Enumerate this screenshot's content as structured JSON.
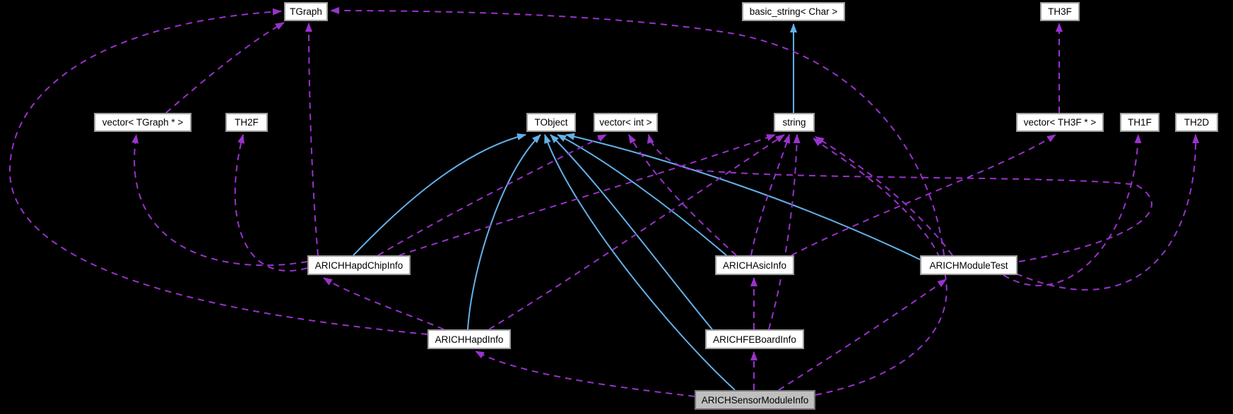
{
  "diagram": {
    "type": "collaboration-graph",
    "highlighted_node": "ARICHSensorModuleInfo",
    "colors": {
      "background": "#000000",
      "usage_edge": "#9a32cd",
      "inheritance_edge": "#63b1ea",
      "node_bg": "#ffffff",
      "node_border": "#9e9e9e",
      "highlight_bg": "#bfbfbf",
      "highlight_border": "#747474",
      "text": "#000000"
    },
    "nodes": [
      {
        "id": "tgraph",
        "label": "TGraph",
        "highlight": false
      },
      {
        "id": "basic_string",
        "label": "basic_string< Char >",
        "highlight": false
      },
      {
        "id": "th3f",
        "label": "TH3F",
        "highlight": false
      },
      {
        "id": "vector_tgraph",
        "label": "vector< TGraph * >",
        "highlight": false
      },
      {
        "id": "th2f",
        "label": "TH2F",
        "highlight": false
      },
      {
        "id": "tobject",
        "label": "TObject",
        "highlight": false
      },
      {
        "id": "vector_int",
        "label": "vector< int >",
        "highlight": false
      },
      {
        "id": "string",
        "label": "string",
        "highlight": false
      },
      {
        "id": "vector_th3f",
        "label": "vector< TH3F * >",
        "highlight": false
      },
      {
        "id": "th1f",
        "label": "TH1F",
        "highlight": false
      },
      {
        "id": "th2d",
        "label": "TH2D",
        "highlight": false
      },
      {
        "id": "hapd_chip",
        "label": "ARICHHapdChipInfo",
        "highlight": false
      },
      {
        "id": "asic",
        "label": "ARICHAsicInfo",
        "highlight": false
      },
      {
        "id": "module_test",
        "label": "ARICHModuleTest",
        "highlight": false
      },
      {
        "id": "hapd",
        "label": "ARICHHapdInfo",
        "highlight": false
      },
      {
        "id": "feboard",
        "label": "ARICHFEBoardInfo",
        "highlight": false
      },
      {
        "id": "sensor",
        "label": "ARICHSensorModuleInfo",
        "highlight": true
      }
    ],
    "edges": [
      {
        "from": "string",
        "to": "basic_string",
        "relation": "inherits"
      },
      {
        "from": "hapd_chip",
        "to": "tobject",
        "relation": "inherits"
      },
      {
        "from": "hapd",
        "to": "tobject",
        "relation": "inherits"
      },
      {
        "from": "asic",
        "to": "tobject",
        "relation": "inherits"
      },
      {
        "from": "feboard",
        "to": "tobject",
        "relation": "inherits"
      },
      {
        "from": "module_test",
        "to": "tobject",
        "relation": "inherits"
      },
      {
        "from": "sensor",
        "to": "tobject",
        "relation": "inherits"
      },
      {
        "from": "vector_tgraph",
        "to": "tgraph",
        "relation": "uses"
      },
      {
        "from": "vector_th3f",
        "to": "th3f",
        "relation": "uses"
      },
      {
        "from": "hapd_chip",
        "to": "tgraph",
        "relation": "uses"
      },
      {
        "from": "hapd_chip",
        "to": "vector_tgraph",
        "relation": "uses"
      },
      {
        "from": "hapd_chip",
        "to": "th2f",
        "relation": "uses"
      },
      {
        "from": "hapd_chip",
        "to": "vector_int",
        "relation": "uses"
      },
      {
        "from": "hapd_chip",
        "to": "string",
        "relation": "uses"
      },
      {
        "from": "hapd",
        "to": "tgraph",
        "relation": "uses"
      },
      {
        "from": "hapd",
        "to": "hapd_chip",
        "relation": "uses"
      },
      {
        "from": "hapd",
        "to": "string",
        "relation": "uses"
      },
      {
        "from": "asic",
        "to": "string",
        "relation": "uses"
      },
      {
        "from": "asic",
        "to": "vector_int",
        "relation": "uses"
      },
      {
        "from": "asic",
        "to": "vector_th3f",
        "relation": "uses"
      },
      {
        "from": "feboard",
        "to": "asic",
        "relation": "uses"
      },
      {
        "from": "feboard",
        "to": "string",
        "relation": "uses"
      },
      {
        "from": "module_test",
        "to": "tgraph",
        "relation": "uses"
      },
      {
        "from": "module_test",
        "to": "string",
        "relation": "uses"
      },
      {
        "from": "module_test",
        "to": "vector_int",
        "relation": "uses"
      },
      {
        "from": "module_test",
        "to": "th1f",
        "relation": "uses"
      },
      {
        "from": "module_test",
        "to": "th2d",
        "relation": "uses"
      },
      {
        "from": "sensor",
        "to": "hapd",
        "relation": "uses"
      },
      {
        "from": "sensor",
        "to": "feboard",
        "relation": "uses"
      },
      {
        "from": "sensor",
        "to": "module_test",
        "relation": "uses"
      },
      {
        "from": "sensor",
        "to": "string",
        "relation": "uses"
      }
    ]
  }
}
